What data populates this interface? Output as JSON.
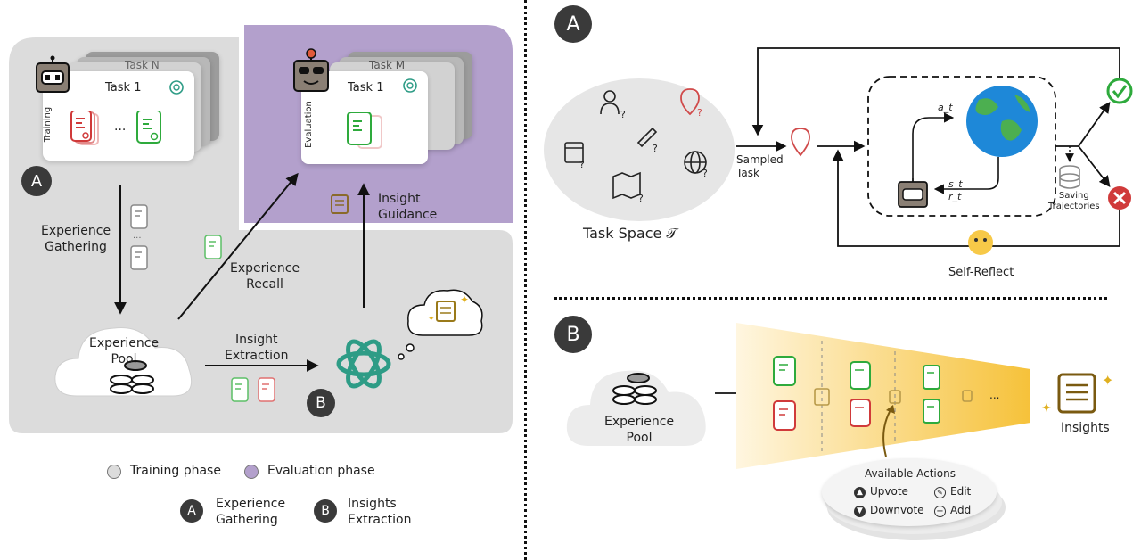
{
  "left": {
    "training_card": {
      "title": "Task 1",
      "back_title": "Task N",
      "side_label": "Training",
      "ellipsis": "···"
    },
    "evaluation_card": {
      "title": "Task 1",
      "back_title": "Task M",
      "side_label": "Evaluation"
    },
    "badge_a": "A",
    "badge_b": "B",
    "experience_gathering": "Experience\nGathering",
    "experience_recall": "Experience\nRecall",
    "insight_guidance": "Insight\nGuidance",
    "insight_extraction": "Insight\nExtraction",
    "experience_pool": "Experience\nPool",
    "legend": {
      "training_phase": "Training phase",
      "evaluation_phase": "Evaluation phase",
      "a_badge": "A",
      "a_label": "Experience\nGathering",
      "b_badge": "B",
      "b_label": "Insights\nExtraction"
    }
  },
  "right_a": {
    "badge": "A",
    "task_space": "Task Space 𝒯",
    "sampled_task": "Sampled\nTask",
    "action_label": "a_t",
    "state_label": "s_t",
    "reward_label": "r_t",
    "saving_trajectories": "Saving\nTrajectories",
    "self_reflect": "Self-Reflect"
  },
  "right_b": {
    "badge": "B",
    "experience_pool": "Experience\nPool",
    "ellipsis": "...",
    "insights": "Insights",
    "available_actions": {
      "title": "Available Actions",
      "upvote": "Upvote",
      "downvote": "Downvote",
      "edit": "Edit",
      "add": "Add"
    }
  },
  "colors": {
    "training_bg": "#dcdcdc",
    "evaluation_bg": "#b3a0cc",
    "success_green": "#2eaa3c",
    "fail_red": "#d03a3a",
    "gpt_green": "#2e9c86",
    "badge_dark": "#3a3a3a",
    "insight_gold": "#9a7a1a"
  }
}
